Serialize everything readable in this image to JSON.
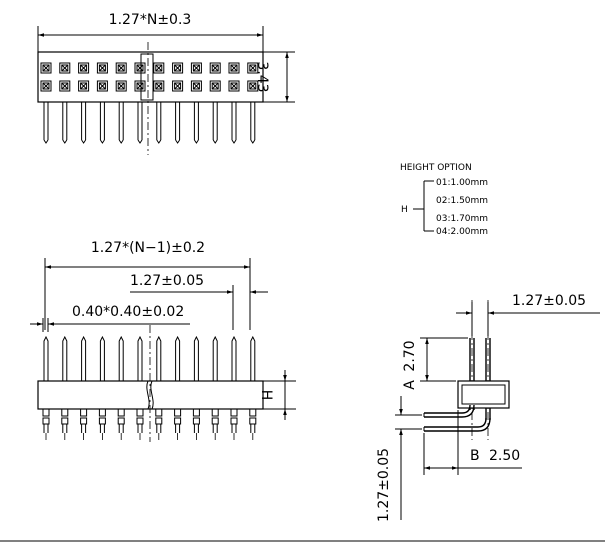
{
  "top_view": {
    "width_dim": "1.27*N±0.3",
    "height_dim": "3.43"
  },
  "height_option": {
    "title": "HEIGHT OPTION",
    "symbol": "H",
    "options": [
      "01:1.00mm",
      "02:1.50mm",
      "03:1.70mm",
      "04:2.00mm"
    ]
  },
  "front_view": {
    "span_dim": "1.27*(N−1)±0.2",
    "pitch_dim": "1.27±0.05",
    "pin_dim": "0.40*0.40±0.02",
    "height_label": "H"
  },
  "side_view": {
    "row_pitch_dim": "1.27±0.05",
    "a_dim": "2.70",
    "a_label": "A",
    "b_label": "B",
    "b_dim": "2.50",
    "vertical_dim": "1.27±0.05"
  },
  "colors": {
    "line": "#000000",
    "background": "#ffffff"
  }
}
